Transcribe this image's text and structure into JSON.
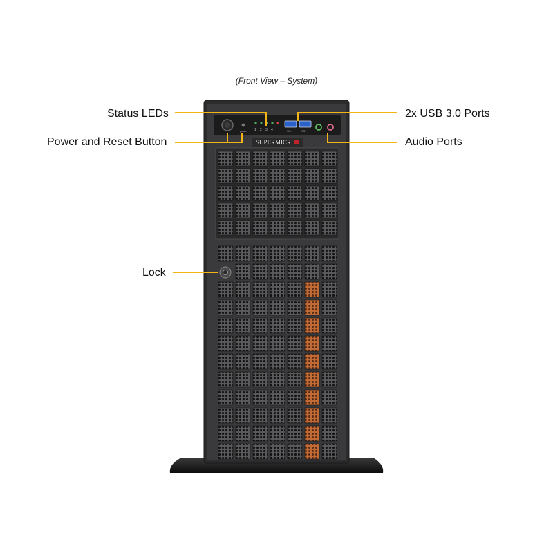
{
  "caption": "(Front View – System)",
  "callouts": {
    "status_leds": "Status LEDs",
    "power_reset": "Power and Reset Button",
    "usb": "2x USB 3.0 Ports",
    "audio": "Audio Ports",
    "lock": "Lock"
  },
  "panel": {
    "brand": "SUPERMICR",
    "power_label": "power",
    "led_numbers": [
      "1",
      "2",
      "3",
      "4"
    ],
    "usb_labels": [
      "SS↵",
      "SS↵"
    ]
  },
  "colors": {
    "leader": "#f2b417",
    "chassis": "#2e2e30",
    "bezel": "#3a3a3c",
    "grille": "#1a1a1b",
    "fan": "#b45a2a",
    "usb": "#2a62c9"
  }
}
